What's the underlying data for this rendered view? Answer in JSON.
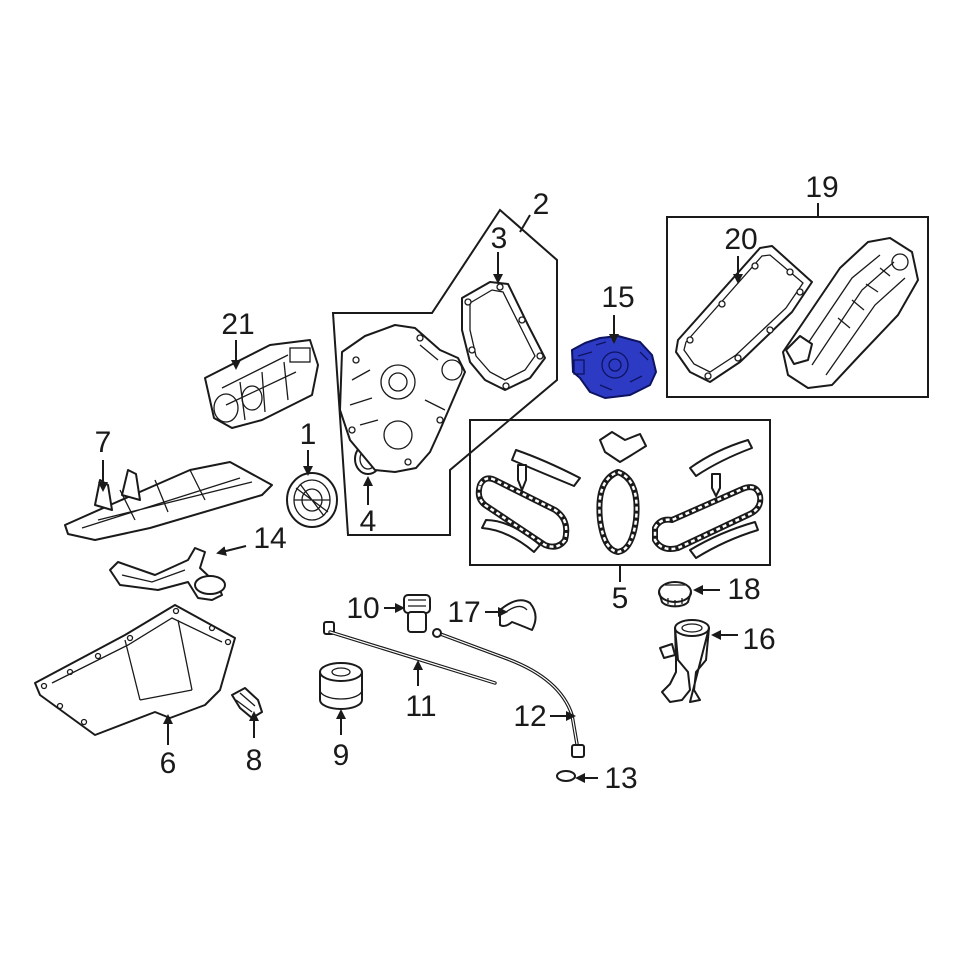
{
  "diagram": {
    "accent_color": "#2d3bc4",
    "highlighted_part": "15",
    "callouts": [
      "1",
      "2",
      "3",
      "4",
      "5",
      "6",
      "7",
      "8",
      "9",
      "10",
      "11",
      "12",
      "13",
      "14",
      "15",
      "16",
      "17",
      "18",
      "19",
      "20",
      "21"
    ]
  }
}
